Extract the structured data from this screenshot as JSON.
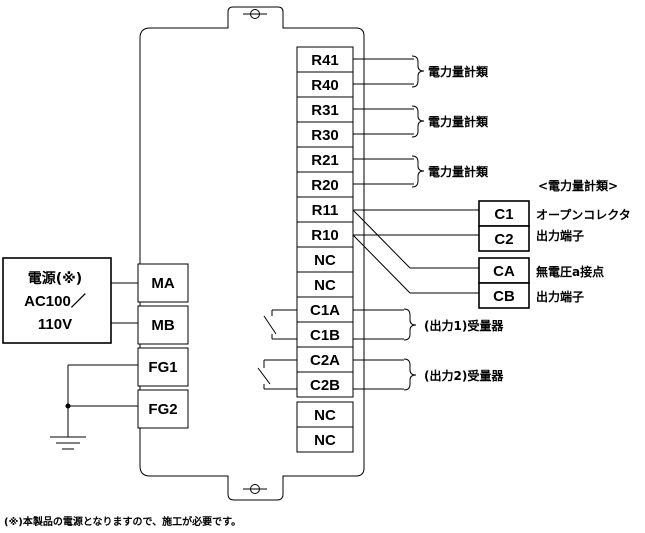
{
  "device": {
    "right_terminals": [
      "R41",
      "R40",
      "R31",
      "R30",
      "R21",
      "R20",
      "R11",
      "R10",
      "NC",
      "NC",
      "C1A",
      "C1B",
      "C2A",
      "C2B",
      "NC",
      "NC"
    ],
    "left_terminals": [
      "MA",
      "MB",
      "FG1",
      "FG2"
    ]
  },
  "power_source": {
    "line1": "電源(※)",
    "line2": "AC100／",
    "line3": "110V"
  },
  "brace_labels": {
    "r4": "電力量計類",
    "r3": "電力量計類",
    "r2": "電力量計類",
    "c1": "(出力1)受量器",
    "c2": "(出力2)受量器"
  },
  "meter_panel": {
    "header": "<電力量計類>",
    "terminals": [
      "C1",
      "C2",
      "CA",
      "CB"
    ],
    "open_collector_line1": "オープンコレクタ",
    "open_collector_line2": "出力端子",
    "dry_contact_line1": "無電圧a接点",
    "dry_contact_line2": "出力端子"
  },
  "footnote": "(※)本製品の電源となりますので、施工が必要です。"
}
